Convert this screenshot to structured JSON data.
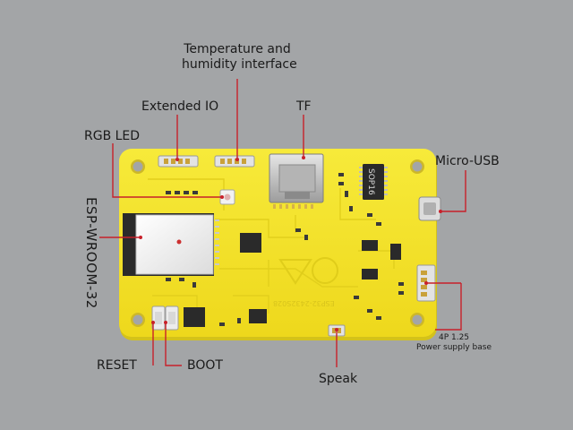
{
  "labels": {
    "temp_humidity_line1": "Temperature and",
    "temp_humidity_line2": "humidity interface",
    "extended_io": "Extended IO",
    "tf": "TF",
    "rgb_led": "RGB LED",
    "micro_usb": "Micro-USB",
    "esp_module": "ESP-WROOM-32",
    "power_line1": "4P 1.25",
    "power_line2": "Power supply base",
    "reset": "RESET",
    "boot": "BOOT",
    "speak": "Speak"
  },
  "board": {
    "chip_marking": "SOP16",
    "pcb_text": "ESP32-2432S028"
  },
  "colors": {
    "background": "#a3a5a7",
    "pcb_yellow": "#f5e42a",
    "pointer_red": "#c8202a",
    "module_dark": "#2b2b2b",
    "shield_white": "#f0f0f0"
  }
}
